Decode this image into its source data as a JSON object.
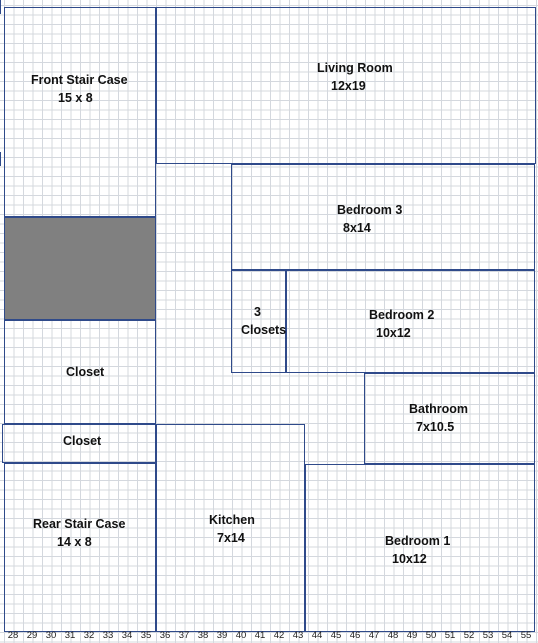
{
  "rooms": {
    "front_stair": {
      "name": "Front Stair Case",
      "size": "15 x 8"
    },
    "living_room": {
      "name": "Living Room",
      "size": "12x19"
    },
    "bedroom3": {
      "name": "Bedroom 3",
      "size": "8x14"
    },
    "closets3": {
      "name": "3",
      "sub": "Closets"
    },
    "bedroom2": {
      "name": "Bedroom 2",
      "size": "10x12"
    },
    "closet_upper": {
      "name": "Closet"
    },
    "bathroom": {
      "name": "Bathroom",
      "size": "7x10.5"
    },
    "closet_lower": {
      "name": "Closet"
    },
    "rear_stair": {
      "name": "Rear Stair Case",
      "size": "14 x 8"
    },
    "kitchen": {
      "name": "Kitchen",
      "size": "7x14"
    },
    "bedroom1": {
      "name": "Bedroom 1",
      "size": "10x12"
    }
  },
  "colors": {
    "wall": "#2f4a8a",
    "grid": "#d4d8de",
    "filled": "#808080"
  },
  "axis_ticks": [
    "28",
    "29",
    "30",
    "31",
    "32",
    "33",
    "34",
    "35",
    "36",
    "37",
    "38",
    "39",
    "40",
    "41",
    "42",
    "43",
    "44",
    "45",
    "46",
    "47",
    "48",
    "49",
    "50",
    "51",
    "52",
    "53",
    "54",
    "55"
  ]
}
